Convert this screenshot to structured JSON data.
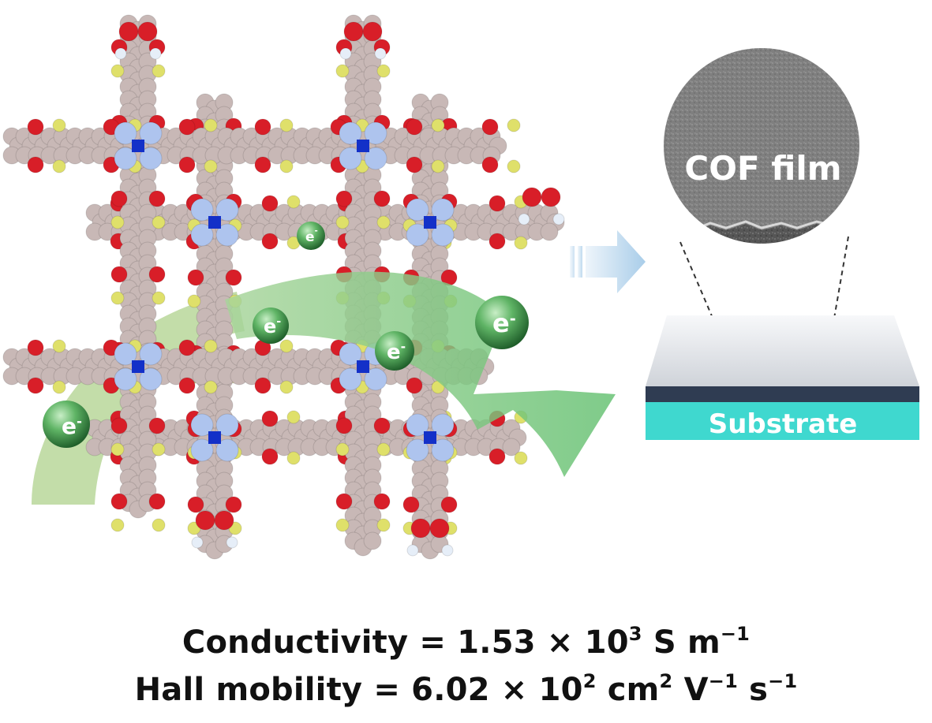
{
  "film_label": "COF film",
  "substrate_label": "Substrate",
  "electron_label": "e",
  "electron_charge": "-",
  "colors": {
    "carbon": "#c8b8b6",
    "carbon_edge": "#8f7f7d",
    "oxygen": "#d81e28",
    "sulfur": "#dfe06a",
    "nitrogen": "#aec4ee",
    "metal": "#1330c8",
    "hydrogen": "#e6eef8",
    "arrow_green": "#7ec77d",
    "electron_green": "#3f9a4a",
    "substrate": "#3fd8cf",
    "film_layer": "#2f3c52",
    "blue_arrow": "#b8d7ee"
  },
  "equations": {
    "conductivity": {
      "label": "Conductivity",
      "eq": "=",
      "mantissa": "1.53 × 10",
      "exponent": "3",
      "unit1": "S m",
      "unit1_exp": "−1"
    },
    "hall": {
      "label": "Hall mobility",
      "eq": "=",
      "mantissa": "6.02 × 10",
      "exponent": "2",
      "unit1": "cm",
      "unit1_exp": "2",
      "unit2": "V",
      "unit2_exp": "−1",
      "unit3": "s",
      "unit3_exp": "−1"
    }
  }
}
